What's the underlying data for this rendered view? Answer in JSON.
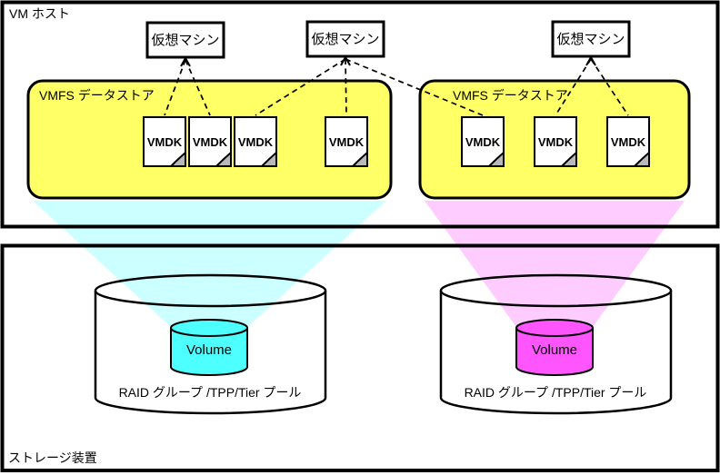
{
  "host_section": {
    "label": "VM ホスト"
  },
  "storage_section": {
    "label": "ストレージ装置"
  },
  "virtual_machines": [
    "仮想マシン",
    "仮想マシン",
    "仮想マシン"
  ],
  "datastores": [
    {
      "label": "VMFS データストア",
      "vmdks": [
        "VMDK",
        "VMDK",
        "VMDK",
        "VMDK"
      ]
    },
    {
      "label": "VMFS データストア",
      "vmdks": [
        "VMDK",
        "VMDK",
        "VMDK"
      ]
    }
  ],
  "pools": [
    {
      "label": "RAID グループ /TPP/Tier プール",
      "volume": {
        "label": "Volume",
        "fill": "#4dffff"
      },
      "beam_fill": "#ccffff"
    },
    {
      "label": "RAID グループ /TPP/Tier プール",
      "volume": {
        "label": "Volume",
        "fill": "#ff55ff"
      },
      "beam_fill": "#ffccff"
    }
  ],
  "colors": {
    "datastore_fill": "#ffff66",
    "vmdk_fold_fill": "#b9b9b9",
    "line": "#000000",
    "background": "#ffffff"
  }
}
